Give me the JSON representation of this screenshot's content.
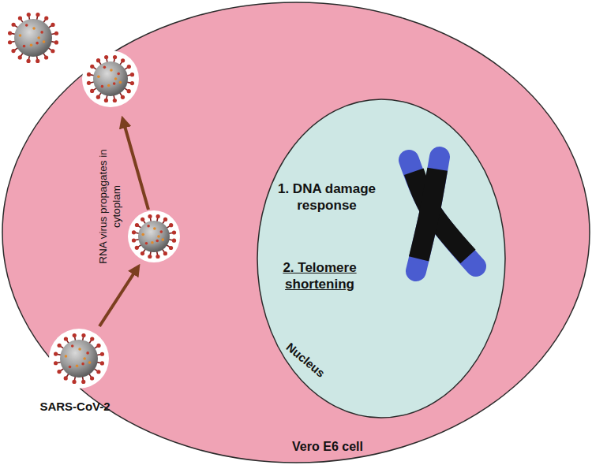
{
  "diagram": {
    "nodes": [
      {
        "text": [
          "Vero E6 cell"
        ]
      },
      {
        "text": [
          "1. DNA damage response",
          "2. Telomere shortening",
          "Nucleus"
        ],
        "in": 0
      }
    ],
    "labels": [
      "RNA virus propagates in cytoplam",
      "SARS-CoV-2"
    ]
  }
}
